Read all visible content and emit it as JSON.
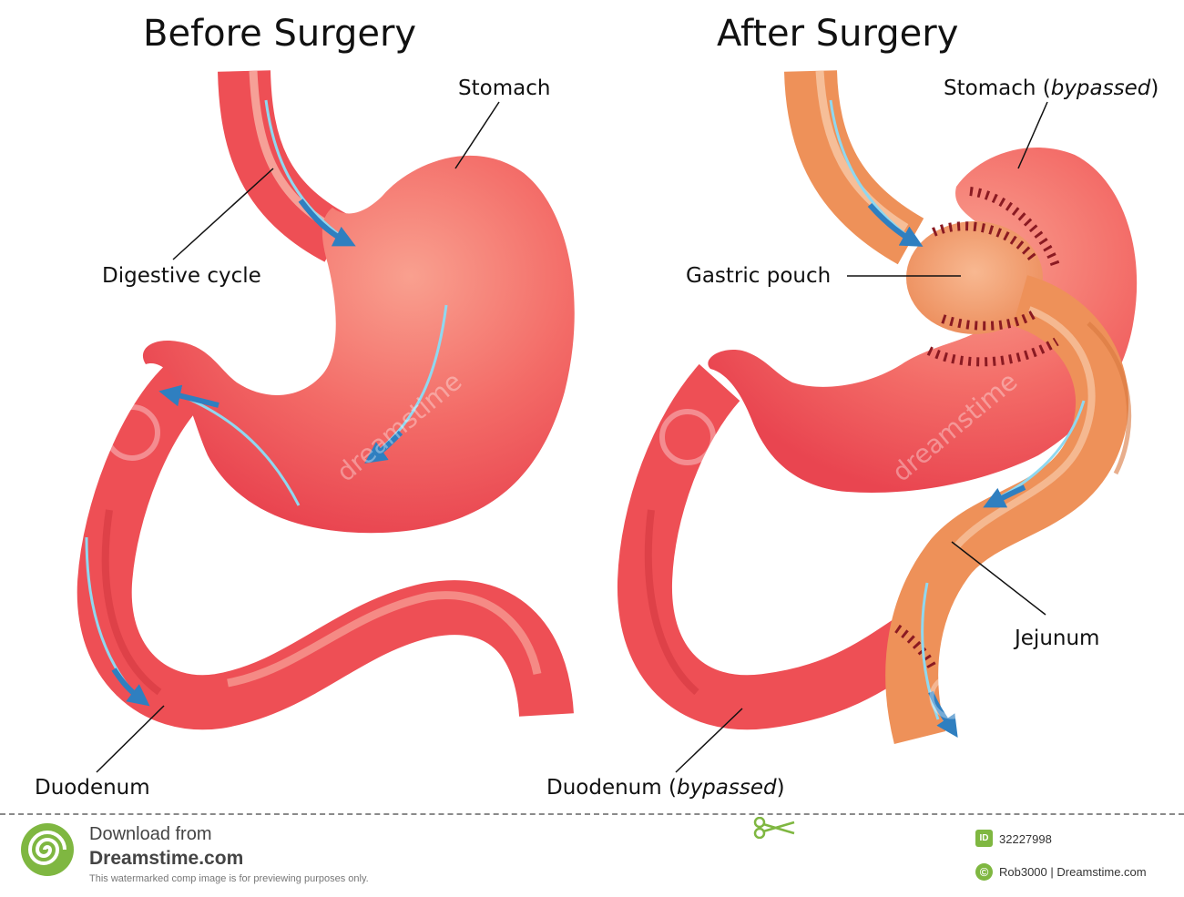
{
  "panels": {
    "before": {
      "title": "Before Surgery",
      "labels": {
        "stomach": "Stomach",
        "digestive_cycle": "Digestive cycle",
        "duodenum": "Duodenum"
      }
    },
    "after": {
      "title": "After Surgery",
      "labels": {
        "stomach": "Stomach",
        "stomach_note": "bypassed",
        "gastric_pouch": "Gastric pouch",
        "jejunum": "Jejunum",
        "duodenum": "Duodenum",
        "duodenum_note": "bypassed"
      }
    }
  },
  "footer": {
    "download_text": "Download from",
    "brand": "Dreamstime.com",
    "note": "This watermarked comp image is for previewing purposes only.",
    "id_badge": "ID",
    "image_id": "32227998",
    "credit": "Rob3000 | Dreamstime.com",
    "copyright_symbol": "©"
  },
  "watermark": "dreamstime",
  "colors": {
    "organ": "#ee4f55",
    "organ_light": "#f8968b",
    "organ_dark": "#c9303a",
    "pouch": "#f4a27a",
    "pouch_dark": "#d9783f",
    "staples": "#8a1a22",
    "flow_arrow": "#2f7fc0",
    "flow_light": "#8fd8f0",
    "footer_green": "#7fb741"
  }
}
